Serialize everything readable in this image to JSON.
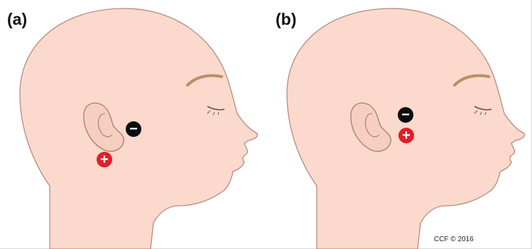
{
  "panels": [
    {
      "label": "(a)",
      "electrodes": [
        {
          "type": "negative",
          "symbol": "−"
        },
        {
          "type": "positive",
          "symbol": "+"
        }
      ]
    },
    {
      "label": "(b)",
      "electrodes": [
        {
          "type": "negative",
          "symbol": "−"
        },
        {
          "type": "positive",
          "symbol": "+"
        }
      ]
    }
  ],
  "copyright": "CCF © 2016",
  "colors": {
    "skin": "#fbd9cc",
    "outline": "#b88a7e",
    "brow": "#b98f6a",
    "negative": "#0c0c0c",
    "positive": "#e01f2a"
  }
}
